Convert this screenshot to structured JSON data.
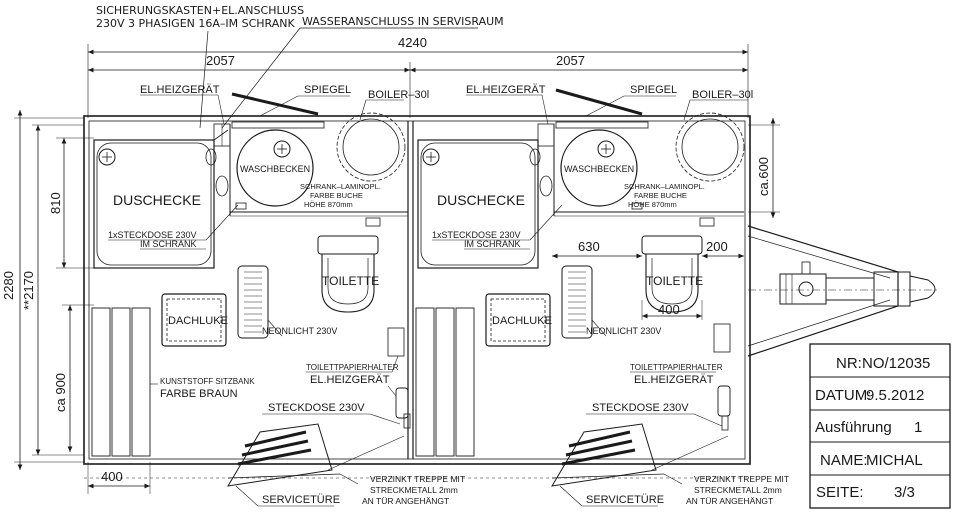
{
  "labels": {
    "fuse_box": "SICHERUNGSKASTEN+EL.ANSCHLUSS",
    "phase": "230V 3 PHASIGEN 16A–IM SCHRANK",
    "water": "WASSERANSCHLUSS IN SERVISRAUM",
    "heater": "EL.HEIZGERÄT",
    "mirror": "SPIEGEL",
    "boiler": "BOILER–30l",
    "basin": "WASCHBECKEN",
    "cabinet1": "SCHRANK–LAMINOPL.",
    "cabinet2": "FARBE BUCHE",
    "cabinet3": "HÖHE 870mm",
    "shower": "DUSCHECKE",
    "socket_cab1": "1xSTECKDOSE 230V",
    "socket_cab2": "IM SCHRANK",
    "toilet": "TOILETTE",
    "skylight": "DACHLUKE",
    "neon": "NEONLICHT 230V",
    "paper_holder": "TOILETTPAPIERHALTER",
    "bench1": "KUNSTSTOFF SITZBANK",
    "bench2": "FARBE BRAUN",
    "socket": "STECKDOSE 230V",
    "service_door": "SERVICETÜRE",
    "stairs1": "VERZINKT TREPPE MIT",
    "stairs2": "STRECKMETALL 2mm",
    "stairs3": "AN TÜR ANGEHÄNGT"
  },
  "dimensions": {
    "total_length": "4240",
    "half_length": "2057",
    "height_total": "2280",
    "height_inner": "**2170",
    "shower_depth": "810",
    "bench_depth": "ca 900",
    "bench_width": "400",
    "cabinet_depth": "ca.600",
    "toilet_offset": "630",
    "toilet_side": "200",
    "toilet_width": "400"
  },
  "title_block": {
    "nr_label": "NR:",
    "nr_value": "NO/12035",
    "date_label": "DATUM:",
    "date_value": "9.5.2012",
    "version_label": "Ausführung",
    "version_value": "1",
    "name_label": "NAME:",
    "name_value": "MICHAL",
    "page_label": "SEITE:",
    "page_value": "3/3"
  }
}
